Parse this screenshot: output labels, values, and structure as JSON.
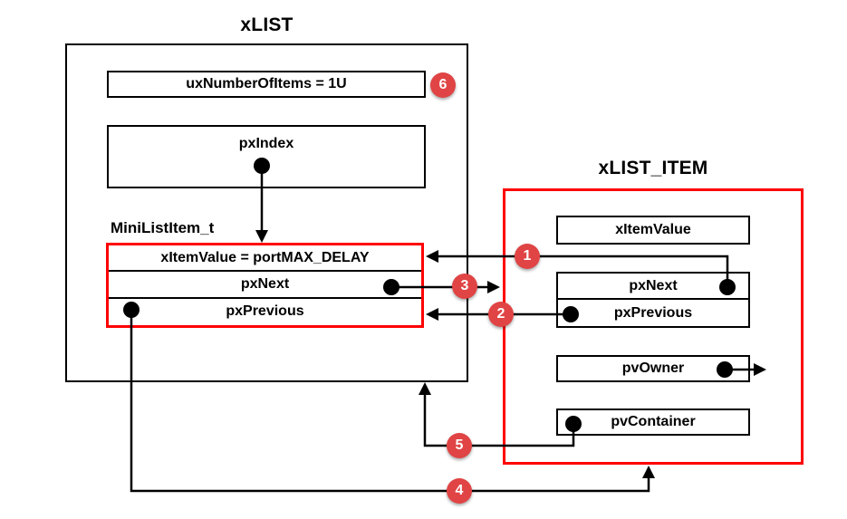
{
  "diagram": {
    "xlist": {
      "title": "xLIST",
      "fields": {
        "uxNumberOfItems": "uxNumberOfItems = 1U",
        "pxIndex": "pxIndex"
      },
      "mini_list_item": {
        "label": "MiniListItem_t",
        "rows": [
          "xItemValue = portMAX_DELAY",
          "pxNext",
          "pxPrevious"
        ]
      }
    },
    "xlist_item": {
      "title": "xLIST_ITEM",
      "rows": [
        "xItemValue",
        "pxNext",
        "pxPrevious",
        "pvOwner",
        "pvContainer"
      ]
    },
    "badges": [
      "1",
      "2",
      "3",
      "4",
      "5",
      "6"
    ],
    "colors": {
      "highlight_border": "#fe0000",
      "badge_fill": "#e04444",
      "line": "#000000"
    }
  }
}
